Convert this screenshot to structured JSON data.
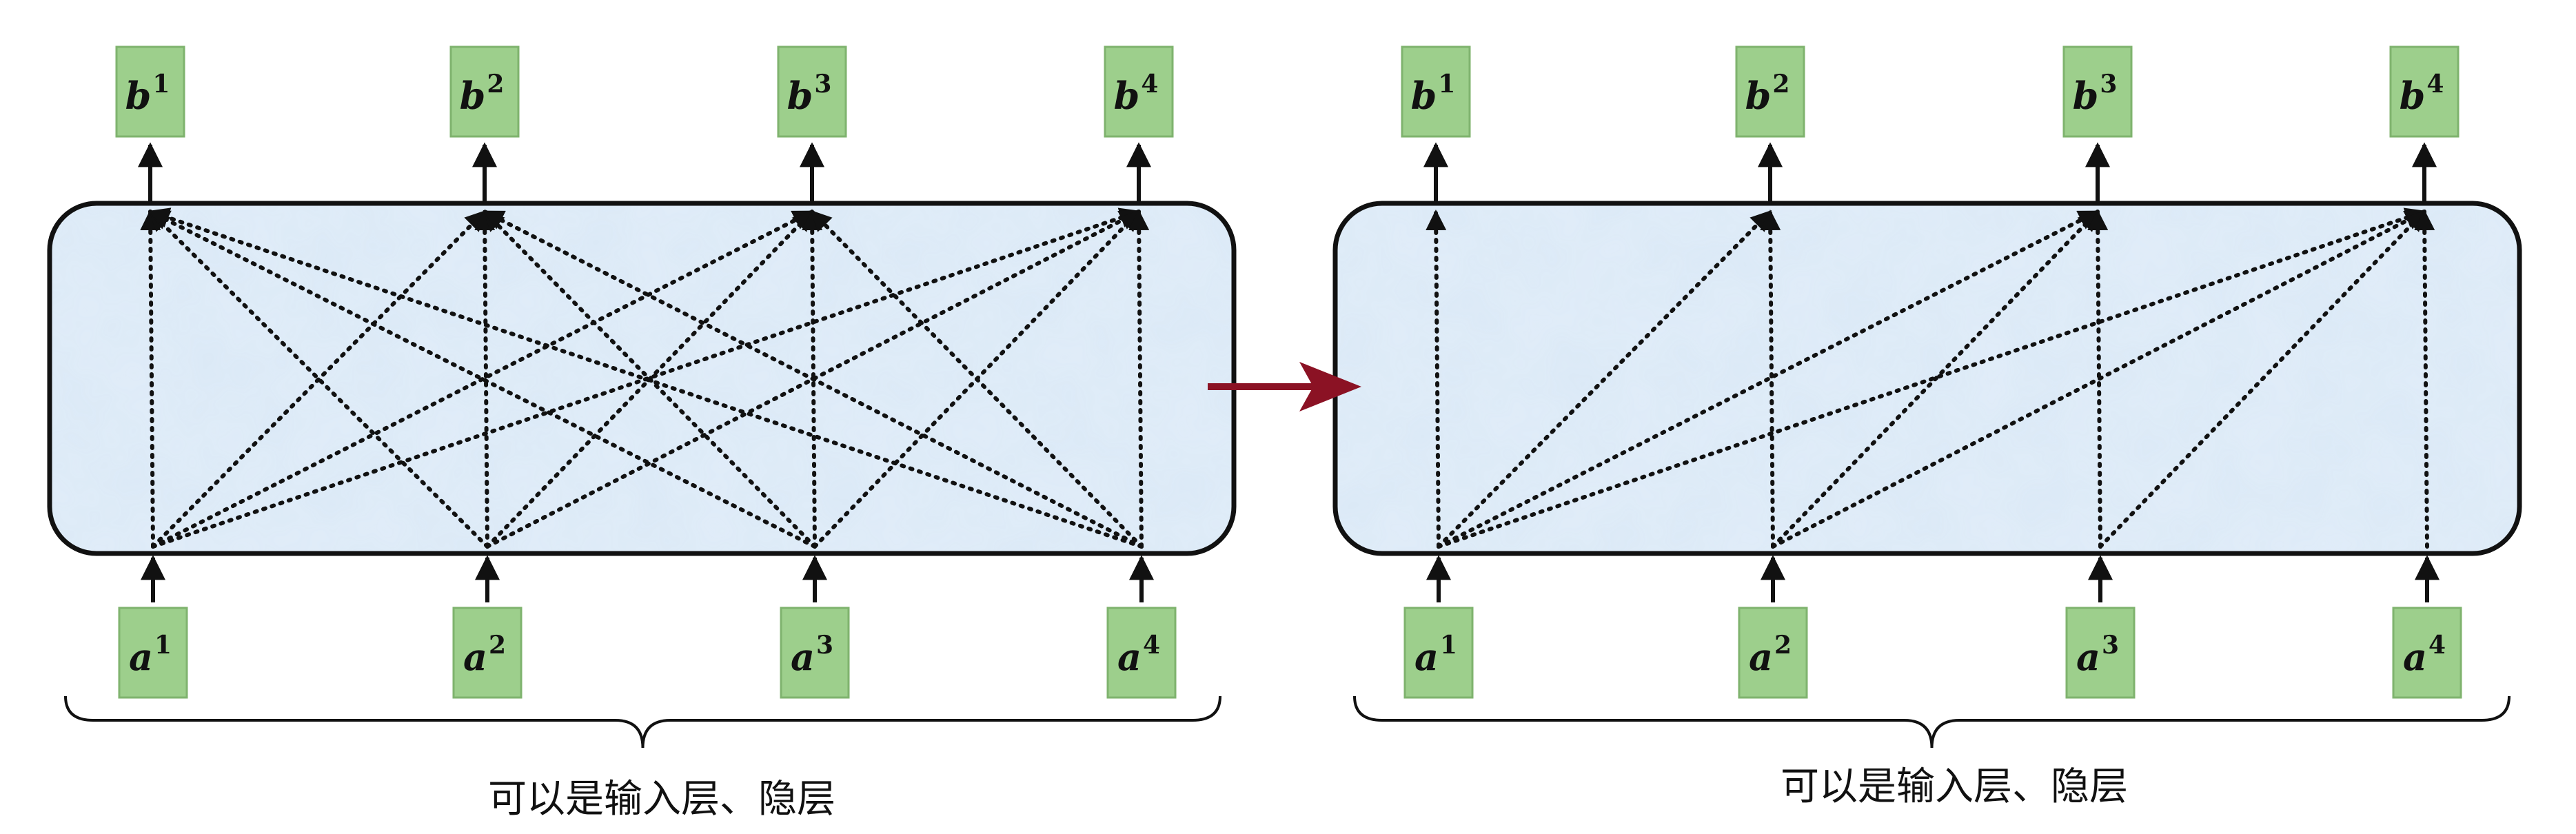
{
  "panels": [
    {
      "name": "full-attention",
      "outputs": [
        {
          "base": "b",
          "sup": "1"
        },
        {
          "base": "b",
          "sup": "2"
        },
        {
          "base": "b",
          "sup": "3"
        },
        {
          "base": "b",
          "sup": "4"
        }
      ],
      "inputs": [
        {
          "base": "a",
          "sup": "1"
        },
        {
          "base": "a",
          "sup": "2"
        },
        {
          "base": "a",
          "sup": "3"
        },
        {
          "base": "a",
          "sup": "4"
        }
      ],
      "connections": [
        [
          0,
          0
        ],
        [
          0,
          1
        ],
        [
          0,
          2
        ],
        [
          0,
          3
        ],
        [
          1,
          0
        ],
        [
          1,
          1
        ],
        [
          1,
          2
        ],
        [
          1,
          3
        ],
        [
          2,
          0
        ],
        [
          2,
          1
        ],
        [
          2,
          2
        ],
        [
          2,
          3
        ],
        [
          3,
          0
        ],
        [
          3,
          1
        ],
        [
          3,
          2
        ],
        [
          3,
          3
        ]
      ],
      "caption": "可以是输入层、隐层"
    },
    {
      "name": "causal-attention",
      "outputs": [
        {
          "base": "b",
          "sup": "1"
        },
        {
          "base": "b",
          "sup": "2"
        },
        {
          "base": "b",
          "sup": "3"
        },
        {
          "base": "b",
          "sup": "4"
        }
      ],
      "inputs": [
        {
          "base": "a",
          "sup": "1"
        },
        {
          "base": "a",
          "sup": "2"
        },
        {
          "base": "a",
          "sup": "3"
        },
        {
          "base": "a",
          "sup": "4"
        }
      ],
      "connections": [
        [
          0,
          0
        ],
        [
          0,
          1
        ],
        [
          0,
          2
        ],
        [
          0,
          3
        ],
        [
          1,
          1
        ],
        [
          1,
          2
        ],
        [
          1,
          3
        ],
        [
          2,
          2
        ],
        [
          2,
          3
        ],
        [
          3,
          3
        ]
      ],
      "caption": "可以是输入层、隐层"
    }
  ],
  "colors": {
    "token_fill": "#9dcf8c",
    "token_stroke": "#7fb36e",
    "box_fill": "#dbe9f6",
    "box_stroke": "#111111",
    "line": "#111111",
    "transition_arrow": "#8b1224"
  }
}
